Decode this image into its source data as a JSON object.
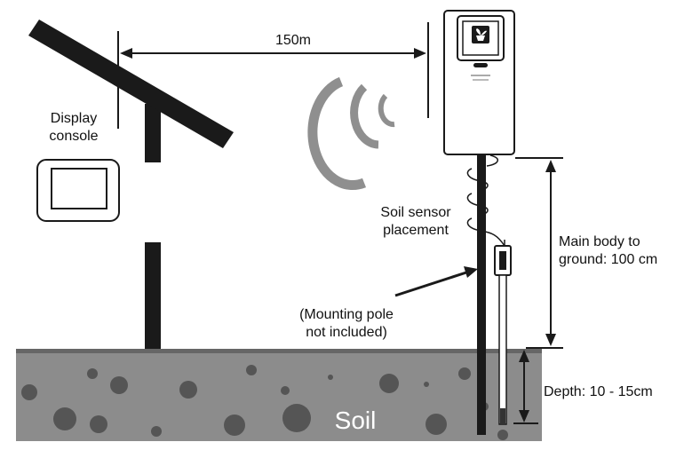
{
  "labels": {
    "distance": "150m",
    "display_console_line1": "Display",
    "display_console_line2": "console",
    "soil_sensor_line1": "Soil sensor",
    "soil_sensor_line2": "placement",
    "mounting_pole_line1": "(Mounting pole",
    "mounting_pole_line2": "not included)",
    "main_body_line1": "Main body to",
    "main_body_line2": "ground: 100 cm",
    "depth": "Depth: 10 - 15cm",
    "soil": "Soil"
  },
  "colors": {
    "soil_fill": "#8c8c8c",
    "soil_top": "#666666",
    "pebble": "#555555",
    "line": "#1a1a1a",
    "signal_wave": "#8f8f8f",
    "text": "#111111"
  },
  "icons": {
    "sensor_screen": "plant-icon"
  }
}
